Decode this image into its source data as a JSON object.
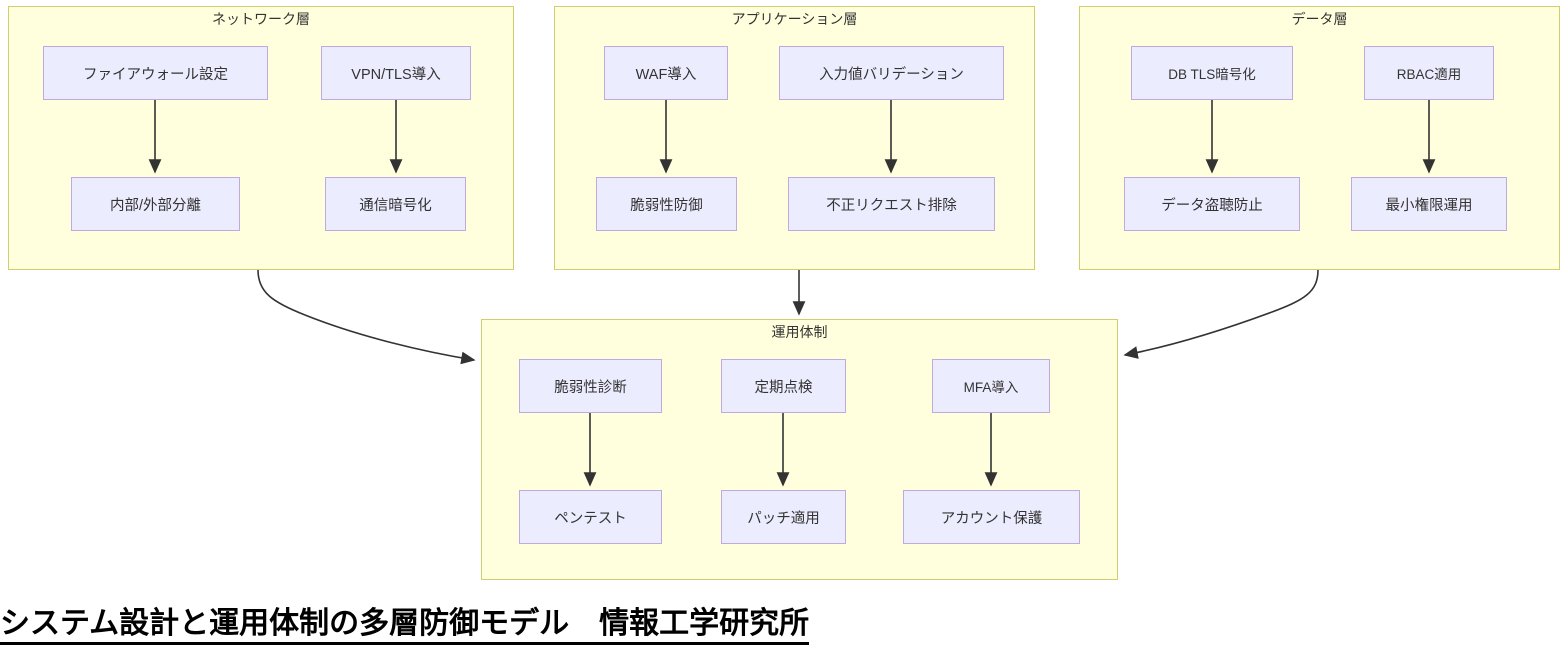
{
  "diagram": {
    "caption": "システム設計と運用体制の多層防御モデル　情報工学研究所",
    "colors": {
      "cluster_fill": "#ffffde",
      "cluster_border": "#cfcf70",
      "node_fill": "#ececff",
      "node_border": "#c0a9e0",
      "edge": "#333333",
      "text": "#333333",
      "caption_text": "#000000",
      "background": "#ffffff"
    },
    "clusters": [
      {
        "id": "network",
        "label": "ネットワーク層",
        "nodes": [
          {
            "id": "firewall",
            "label": "ファイアウォール設定"
          },
          {
            "id": "vpntls",
            "label": "VPN/TLS導入"
          },
          {
            "id": "segment",
            "label": "内部/外部分離"
          },
          {
            "id": "commcrypt",
            "label": "通信暗号化"
          }
        ]
      },
      {
        "id": "application",
        "label": "アプリケーション層",
        "nodes": [
          {
            "id": "waf",
            "label": "WAF導入"
          },
          {
            "id": "validation",
            "label": "入力値バリデーション"
          },
          {
            "id": "vulndef",
            "label": "脆弱性防御"
          },
          {
            "id": "badrequest",
            "label": "不正リクエスト排除"
          }
        ]
      },
      {
        "id": "data",
        "label": "データ層",
        "nodes": [
          {
            "id": "dbtls",
            "label": "DB TLS暗号化"
          },
          {
            "id": "rbac",
            "label": "RBAC適用"
          },
          {
            "id": "nosniff",
            "label": "データ盗聴防止"
          },
          {
            "id": "leastpriv",
            "label": "最小権限運用"
          }
        ]
      },
      {
        "id": "operations",
        "label": "運用体制",
        "nodes": [
          {
            "id": "vulnscan",
            "label": "脆弱性診断"
          },
          {
            "id": "periodic",
            "label": "定期点検"
          },
          {
            "id": "mfa",
            "label": "MFA導入"
          },
          {
            "id": "pentest",
            "label": "ペンテスト"
          },
          {
            "id": "patch",
            "label": "パッチ適用"
          },
          {
            "id": "account",
            "label": "アカウント保護"
          }
        ]
      }
    ],
    "edges": [
      {
        "from": "firewall",
        "to": "segment"
      },
      {
        "from": "vpntls",
        "to": "commcrypt"
      },
      {
        "from": "waf",
        "to": "vulndef"
      },
      {
        "from": "validation",
        "to": "badrequest"
      },
      {
        "from": "dbtls",
        "to": "nosniff"
      },
      {
        "from": "rbac",
        "to": "leastpriv"
      },
      {
        "from": "vulnscan",
        "to": "pentest"
      },
      {
        "from": "periodic",
        "to": "patch"
      },
      {
        "from": "mfa",
        "to": "account"
      },
      {
        "from": "network",
        "to": "operations"
      },
      {
        "from": "application",
        "to": "operations"
      },
      {
        "from": "data",
        "to": "operations"
      }
    ]
  }
}
